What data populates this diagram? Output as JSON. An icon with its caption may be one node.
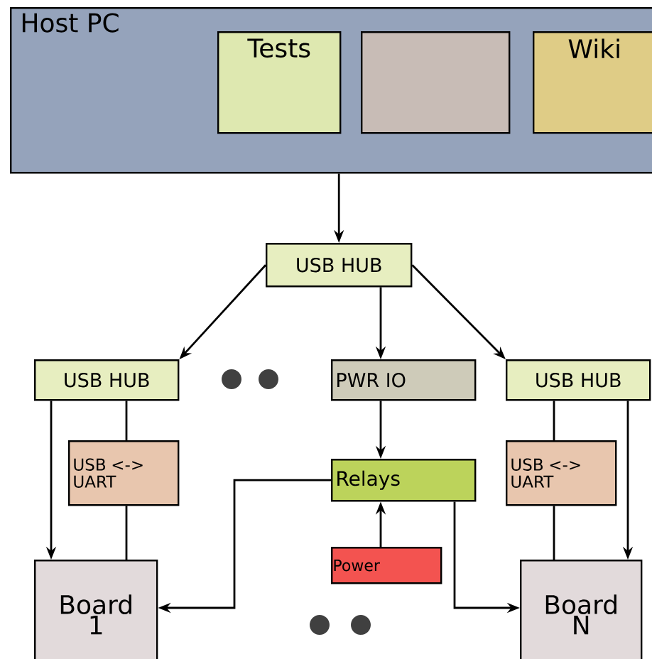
{
  "diagram": {
    "nodes": [
      {
        "text": [
          "Host PC"
        ]
      },
      {
        "text": [
          "Tests"
        ],
        "in": 0
      },
      {
        "text": [],
        "shape": "box",
        "in": 0
      },
      {
        "text": [
          "Wiki"
        ],
        "in": 0
      },
      {
        "text": [
          "USB HUB"
        ]
      },
      {
        "text": [
          "USB HUB"
        ]
      },
      {
        "text": [
          "PWR IO"
        ]
      },
      {
        "text": [
          "USB HUB"
        ]
      },
      {
        "text": [
          "USB <-> UART"
        ]
      },
      {
        "text": [
          "Relays"
        ]
      },
      {
        "text": [
          "USB <-> UART"
        ]
      },
      {
        "text": [
          "Power"
        ]
      },
      {
        "text": [
          "Board 1"
        ]
      },
      {
        "text": [
          "Board N"
        ]
      }
    ],
    "edges": [
      {
        "from": 0,
        "to": 4,
        "arrow": "to"
      },
      {
        "from": 4,
        "to": 5,
        "arrow": "to"
      },
      {
        "from": 4,
        "to": 6,
        "arrow": "to"
      },
      {
        "from": 4,
        "to": 7,
        "arrow": "to"
      },
      {
        "from": 5,
        "to": 8,
        "arrow": "none"
      },
      {
        "from": 8,
        "to": 12,
        "arrow": "none"
      },
      {
        "from": 5,
        "to": 12,
        "arrow": "to"
      },
      {
        "from": 6,
        "to": 9,
        "arrow": "to"
      },
      {
        "from": 11,
        "to": 9,
        "arrow": "to"
      },
      {
        "from": 9,
        "to": 12,
        "arrow": "to"
      },
      {
        "from": 9,
        "to": 13,
        "arrow": "to"
      },
      {
        "from": 7,
        "to": 10,
        "arrow": "none"
      },
      {
        "from": 10,
        "to": 13,
        "arrow": "none"
      },
      {
        "from": 7,
        "to": 13,
        "arrow": "to"
      }
    ]
  }
}
